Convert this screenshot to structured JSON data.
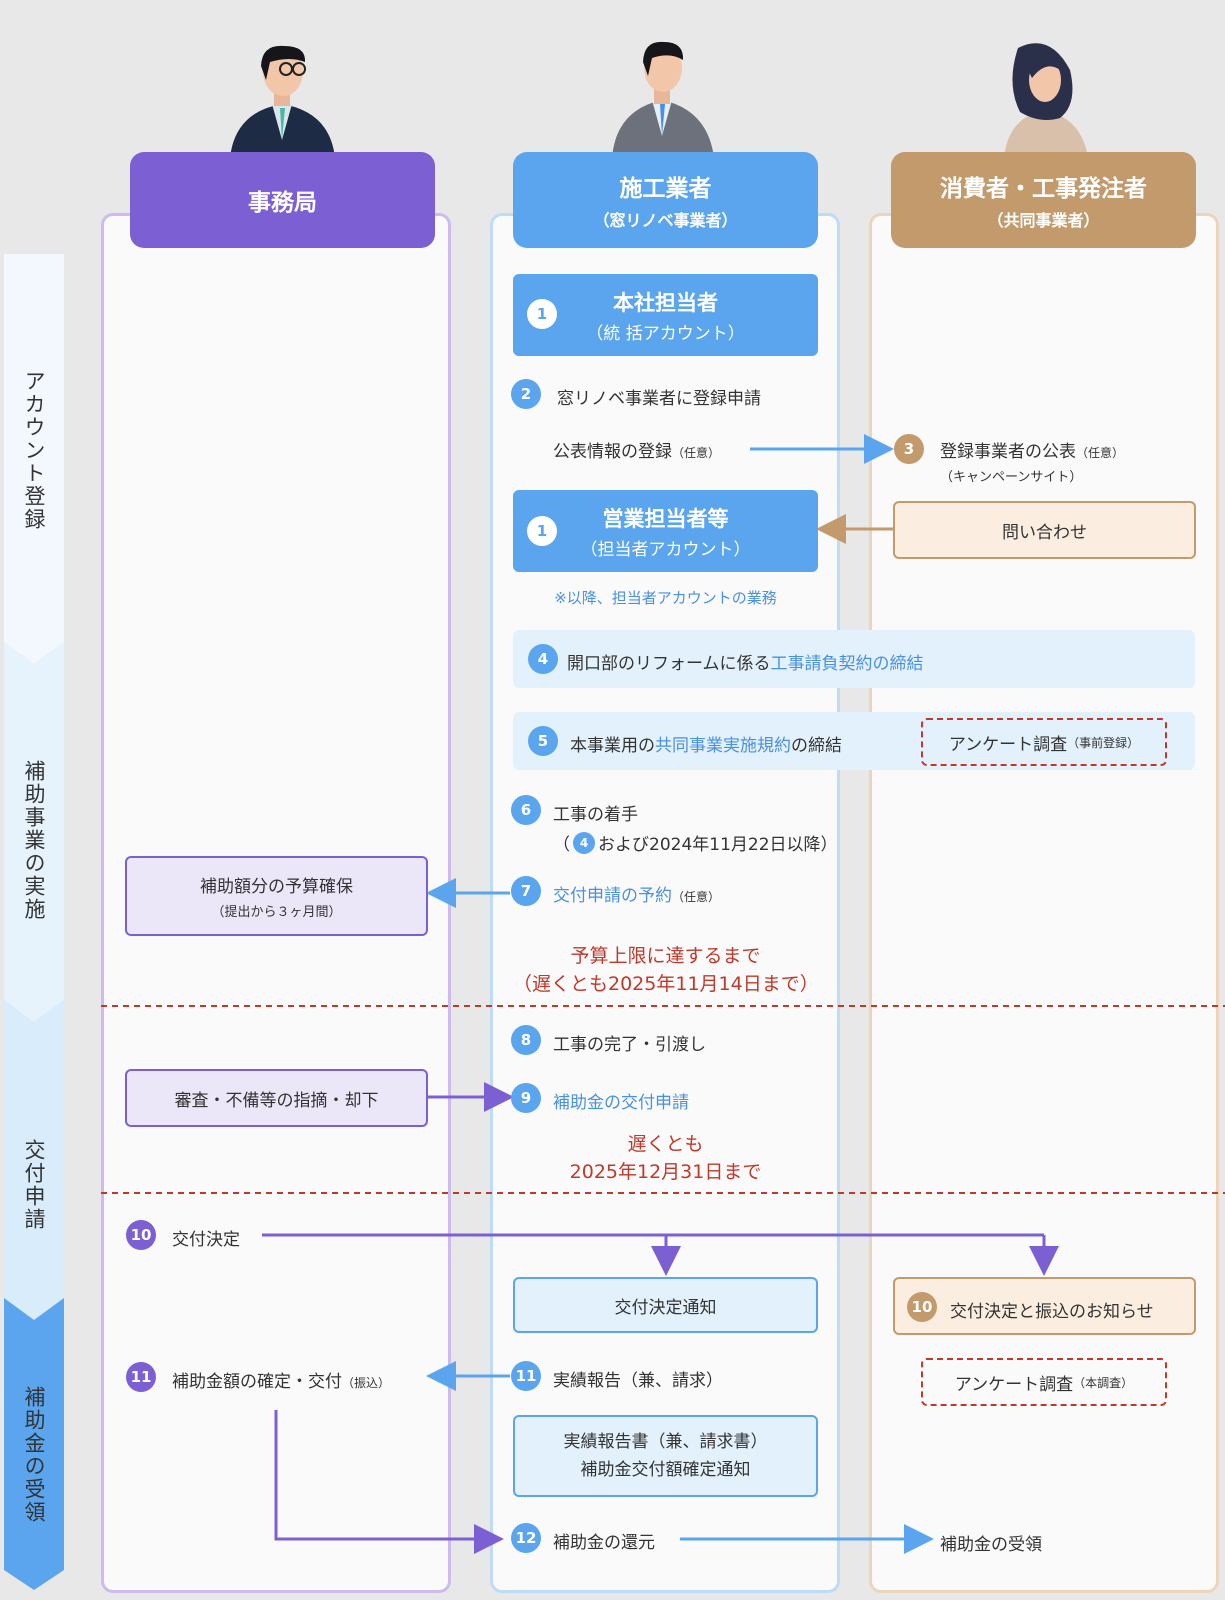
{
  "colors": {
    "office": "#7d5fd4",
    "contractor": "#5aa5ee",
    "consumer": "#c39a6b",
    "red": "#c0392b"
  },
  "phases": [
    "アカウント登録",
    "補助事業の実施",
    "交付申請",
    "補助金の受領"
  ],
  "columns": {
    "office": {
      "title": "事務局"
    },
    "contractor": {
      "title": "施工業者",
      "subtitle": "（窓リノベ事業者）"
    },
    "consumer": {
      "title": "消費者・工事発注者",
      "subtitle": "（共同事業者）"
    }
  },
  "contractor_items": {
    "hq_box": {
      "num": "1",
      "line1": "本社担当者",
      "line2": "（統 括アカウント）"
    },
    "step2": {
      "num": "2",
      "text": "窓リノベ事業者に登録申請"
    },
    "public_info": {
      "text": "公表情報の登録",
      "note": "（任意）"
    },
    "sales_box": {
      "num": "1",
      "line1": "営業担当者等",
      "line2": "（担当者アカウント）"
    },
    "after_note": "※以降、担当者アカウントの業務",
    "step6": {
      "num": "6",
      "text": "工事の着手",
      "sub_pre": "（",
      "sub_num": "4",
      "sub_post": "および2024年11月22日以降）"
    },
    "step7": {
      "num": "7",
      "text": "交付申請の予約",
      "note": "（任意）"
    },
    "deadline1": {
      "line1": "予算上限に達するまで",
      "line2": "（遅くとも2025年11月14日まで）"
    },
    "step8": {
      "num": "8",
      "text": "工事の完了・引渡し"
    },
    "step9": {
      "num": "9",
      "text": "補助金の交付申請"
    },
    "deadline2": {
      "line1": "遅くとも",
      "line2": "2025年12月31日まで"
    },
    "notice_box": "交付決定通知",
    "step11": {
      "num": "11",
      "text": "実績報告（兼、請求）"
    },
    "report_box": {
      "line1": "実績報告書（兼、請求書）",
      "line2": "補助金交付額確定通知"
    },
    "step12": {
      "num": "12",
      "text": "補助金の還元"
    }
  },
  "wide_items": {
    "step4": {
      "num": "4",
      "pre": "開口部のリフォームに係る",
      "highlight": "工事請負契約の締結"
    },
    "step5": {
      "num": "5",
      "pre": "本事業用の",
      "highlight": "共同事業実施規約",
      "post": "の締結"
    },
    "survey1": {
      "text": "アンケート調査",
      "note": "（事前登録）"
    }
  },
  "consumer_items": {
    "step3": {
      "num": "3",
      "text": "登録事業者の公表",
      "note": "（任意）",
      "sub": "（キャンペーンサイト）"
    },
    "inquiry": "問い合わせ",
    "step10c": {
      "num": "10",
      "text": "交付決定と振込のお知らせ"
    },
    "survey2": {
      "text": "アンケート調査",
      "note": "（本調査）"
    },
    "receive": "補助金の受領"
  },
  "office_items": {
    "budget_box": {
      "line1": "補助額分の予算確保",
      "line2": "（提出から３ヶ月間）"
    },
    "review_box": "審査・不備等の指摘・却下",
    "step10": {
      "num": "10",
      "text": "交付決定"
    },
    "step11": {
      "num": "11",
      "text": "補助金額の確定・交付",
      "note": "（振込）"
    }
  }
}
